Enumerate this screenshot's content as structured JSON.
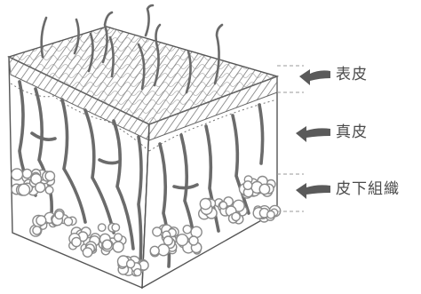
{
  "labels": {
    "epidermis": "表皮",
    "dermis": "真皮",
    "subcutaneous": "皮下組織"
  },
  "colors": {
    "outline": "#555555",
    "hatch": "#7a7a7a",
    "hair": "#6a6a6a",
    "vessel": "#6b6b6b",
    "fat": "#8a8a8a",
    "arrow": "#5a5a5a",
    "leader": "#9a9a9a",
    "label": "#4a4a4a"
  }
}
